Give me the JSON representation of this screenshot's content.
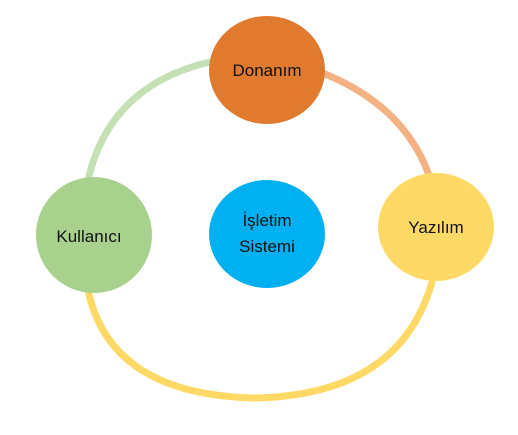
{
  "diagram": {
    "center": {
      "label_line1": "İşletim",
      "label_line2": "Sistemi",
      "color": "#00b0f0"
    },
    "nodes": {
      "donanim": {
        "label": "Donanım",
        "color": "#e07a2e"
      },
      "yazilim": {
        "label": "Yazılım",
        "color": "#ffd966"
      },
      "kullanici": {
        "label": "Kullanıcı",
        "color": "#a9d18e"
      }
    },
    "connectors": {
      "donanim_to_yazilim": "#f4b183",
      "yazilim_to_kullanici": "#ffd966",
      "kullanici_to_donanim": "#c5e0b4"
    }
  }
}
